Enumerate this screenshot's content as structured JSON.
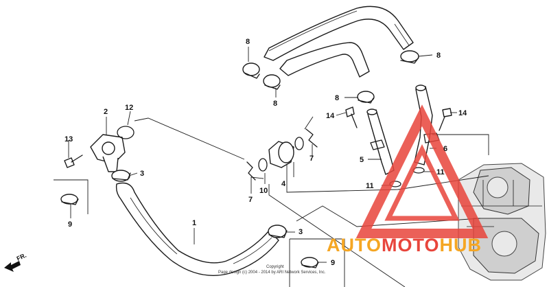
{
  "diagram": {
    "callouts": [
      {
        "id": "c1",
        "label": "1"
      },
      {
        "id": "c2",
        "label": "2"
      },
      {
        "id": "c3a",
        "label": "3"
      },
      {
        "id": "c3b",
        "label": "3"
      },
      {
        "id": "c4",
        "label": "4"
      },
      {
        "id": "c5",
        "label": "5"
      },
      {
        "id": "c6",
        "label": "6"
      },
      {
        "id": "c7a",
        "label": "7"
      },
      {
        "id": "c7b",
        "label": "7"
      },
      {
        "id": "c8a",
        "label": "8"
      },
      {
        "id": "c8b",
        "label": "8"
      },
      {
        "id": "c8c",
        "label": "8"
      },
      {
        "id": "c8d",
        "label": "8"
      },
      {
        "id": "c9a",
        "label": "9"
      },
      {
        "id": "c9b",
        "label": "9"
      },
      {
        "id": "c10",
        "label": "10"
      },
      {
        "id": "c11a",
        "label": "11"
      },
      {
        "id": "c11b",
        "label": "11"
      },
      {
        "id": "c12",
        "label": "12"
      },
      {
        "id": "c13",
        "label": "13"
      },
      {
        "id": "c14a",
        "label": "14"
      },
      {
        "id": "c14b",
        "label": "14"
      }
    ],
    "front_marker": "FR.",
    "copyright_line1": "Copyright",
    "copyright_line2": "Page design (c) 2004 - 2014 by ARI Network Services, Inc.",
    "watermark": {
      "part1": "AUTO",
      "part2": "MOTO",
      "part3": "HUB",
      "color_red": "#e8453c",
      "color_orange": "#f5a623"
    }
  }
}
